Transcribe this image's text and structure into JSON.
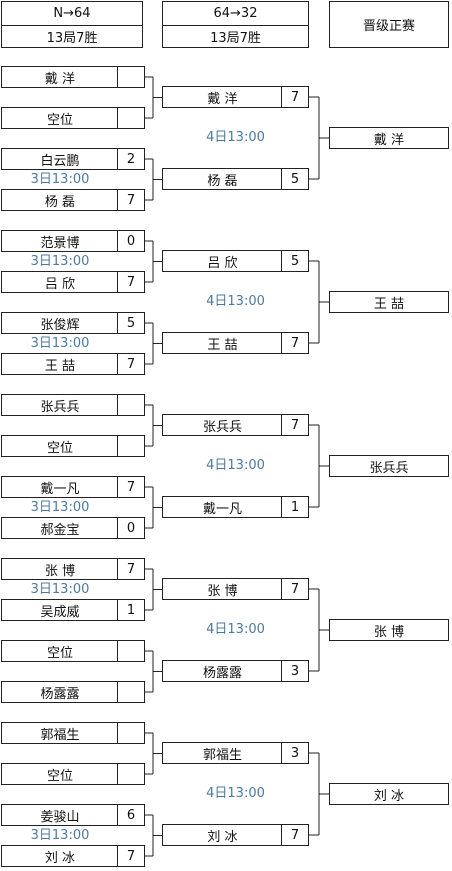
{
  "headers": {
    "round1": {
      "line1": "N→64",
      "line2": "13局7胜"
    },
    "round2": {
      "line1": "64→32",
      "line2": "13局7胜"
    },
    "final": {
      "label": "晋级正赛"
    }
  },
  "groups": [
    {
      "r1": [
        {
          "top": {
            "name": "戴 洋",
            "score": ""
          },
          "bottom": {
            "name": "空位",
            "score": ""
          },
          "time": ""
        },
        {
          "top": {
            "name": "白云鹏",
            "score": "2"
          },
          "bottom": {
            "name": "杨 磊",
            "score": "7"
          },
          "time": "3日13:00"
        }
      ],
      "r2": {
        "top": {
          "name": "戴 洋",
          "score": "7"
        },
        "bottom": {
          "name": "杨 磊",
          "score": "5"
        },
        "time": "4日13:00"
      },
      "winner": "戴 洋"
    },
    {
      "r1": [
        {
          "top": {
            "name": "范景博",
            "score": "0"
          },
          "bottom": {
            "name": "吕 欣",
            "score": "7"
          },
          "time": "3日13:00"
        },
        {
          "top": {
            "name": "张俊辉",
            "score": "5"
          },
          "bottom": {
            "name": "王 喆",
            "score": "7"
          },
          "time": "3日13:00"
        }
      ],
      "r2": {
        "top": {
          "name": "吕 欣",
          "score": "5"
        },
        "bottom": {
          "name": "王 喆",
          "score": "7"
        },
        "time": "4日13:00"
      },
      "winner": "王 喆"
    },
    {
      "r1": [
        {
          "top": {
            "name": "张兵兵",
            "score": ""
          },
          "bottom": {
            "name": "空位",
            "score": ""
          },
          "time": ""
        },
        {
          "top": {
            "name": "戴一凡",
            "score": "7"
          },
          "bottom": {
            "name": "郝金宝",
            "score": "0"
          },
          "time": "3日13:00"
        }
      ],
      "r2": {
        "top": {
          "name": "张兵兵",
          "score": "7"
        },
        "bottom": {
          "name": "戴一凡",
          "score": "1"
        },
        "time": "4日13:00"
      },
      "winner": "张兵兵"
    },
    {
      "r1": [
        {
          "top": {
            "name": "张 博",
            "score": "7"
          },
          "bottom": {
            "name": "吴成威",
            "score": "1"
          },
          "time": "3日13:00"
        },
        {
          "top": {
            "name": "空位",
            "score": ""
          },
          "bottom": {
            "name": "杨露露",
            "score": ""
          },
          "time": ""
        }
      ],
      "r2": {
        "top": {
          "name": "张 博",
          "score": "7"
        },
        "bottom": {
          "name": "杨露露",
          "score": "3"
        },
        "time": "4日13:00"
      },
      "winner": "张 博"
    },
    {
      "r1": [
        {
          "top": {
            "name": "郭福生",
            "score": ""
          },
          "bottom": {
            "name": "空位",
            "score": ""
          },
          "time": ""
        },
        {
          "top": {
            "name": "姜骏山",
            "score": "6"
          },
          "bottom": {
            "name": "刘 冰",
            "score": "7"
          },
          "time": "3日13:00"
        }
      ],
      "r2": {
        "top": {
          "name": "郭福生",
          "score": "3"
        },
        "bottom": {
          "name": "刘 冰",
          "score": "7"
        },
        "time": "4日13:00"
      },
      "winner": "刘 冰"
    }
  ],
  "colors": {
    "time": "#4a7aa8",
    "border": "#222222"
  }
}
